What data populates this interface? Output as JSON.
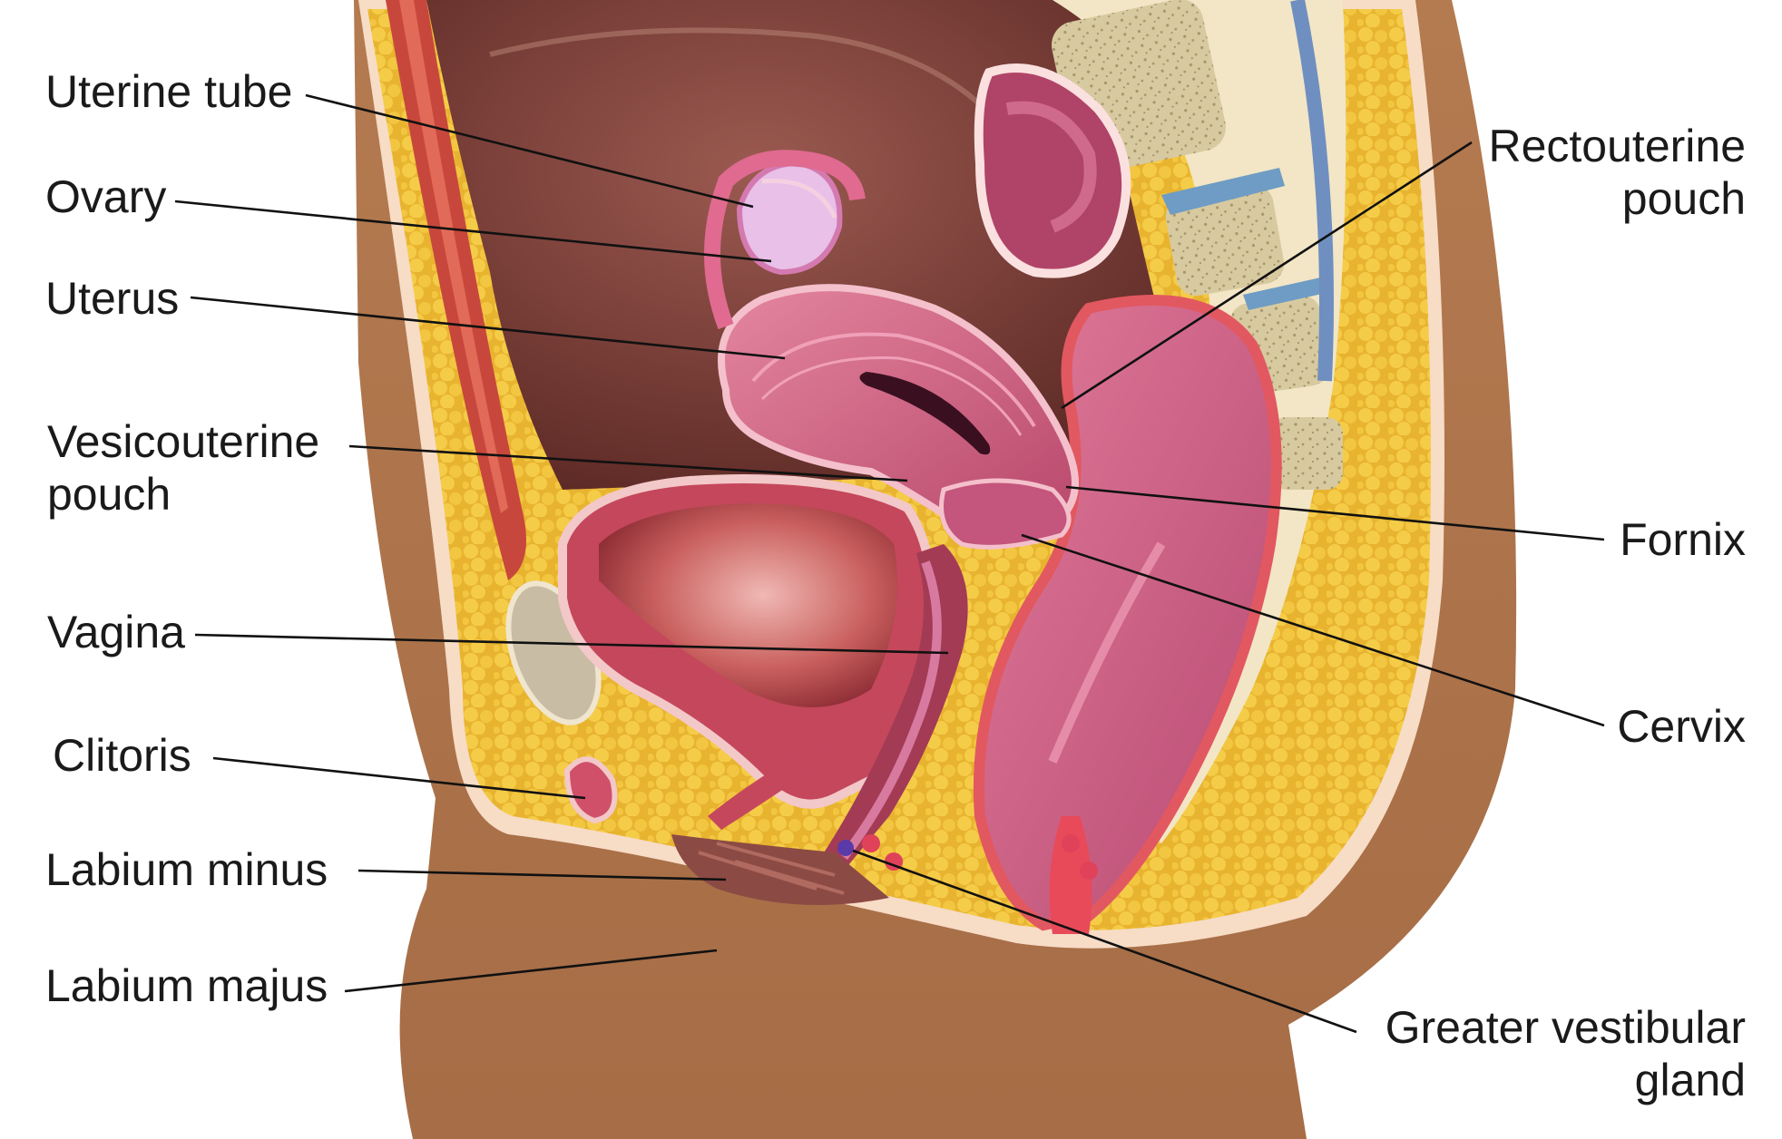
{
  "labels": {
    "uterine_tube": "Uterine tube",
    "ovary": "Ovary",
    "uterus": "Uterus",
    "vesicouterine_pouch": [
      "Vesicouterine",
      "pouch"
    ],
    "vagina": "Vagina",
    "clitoris": "Clitoris",
    "labium_minus": "Labium minus",
    "labium_majus": "Labium majus",
    "rectouterine_pouch": [
      "Rectouterine",
      "pouch"
    ],
    "fornix": "Fornix",
    "cervix": "Cervix",
    "greater_vestibular_gland": [
      "Greater vestibular",
      "gland"
    ]
  }
}
